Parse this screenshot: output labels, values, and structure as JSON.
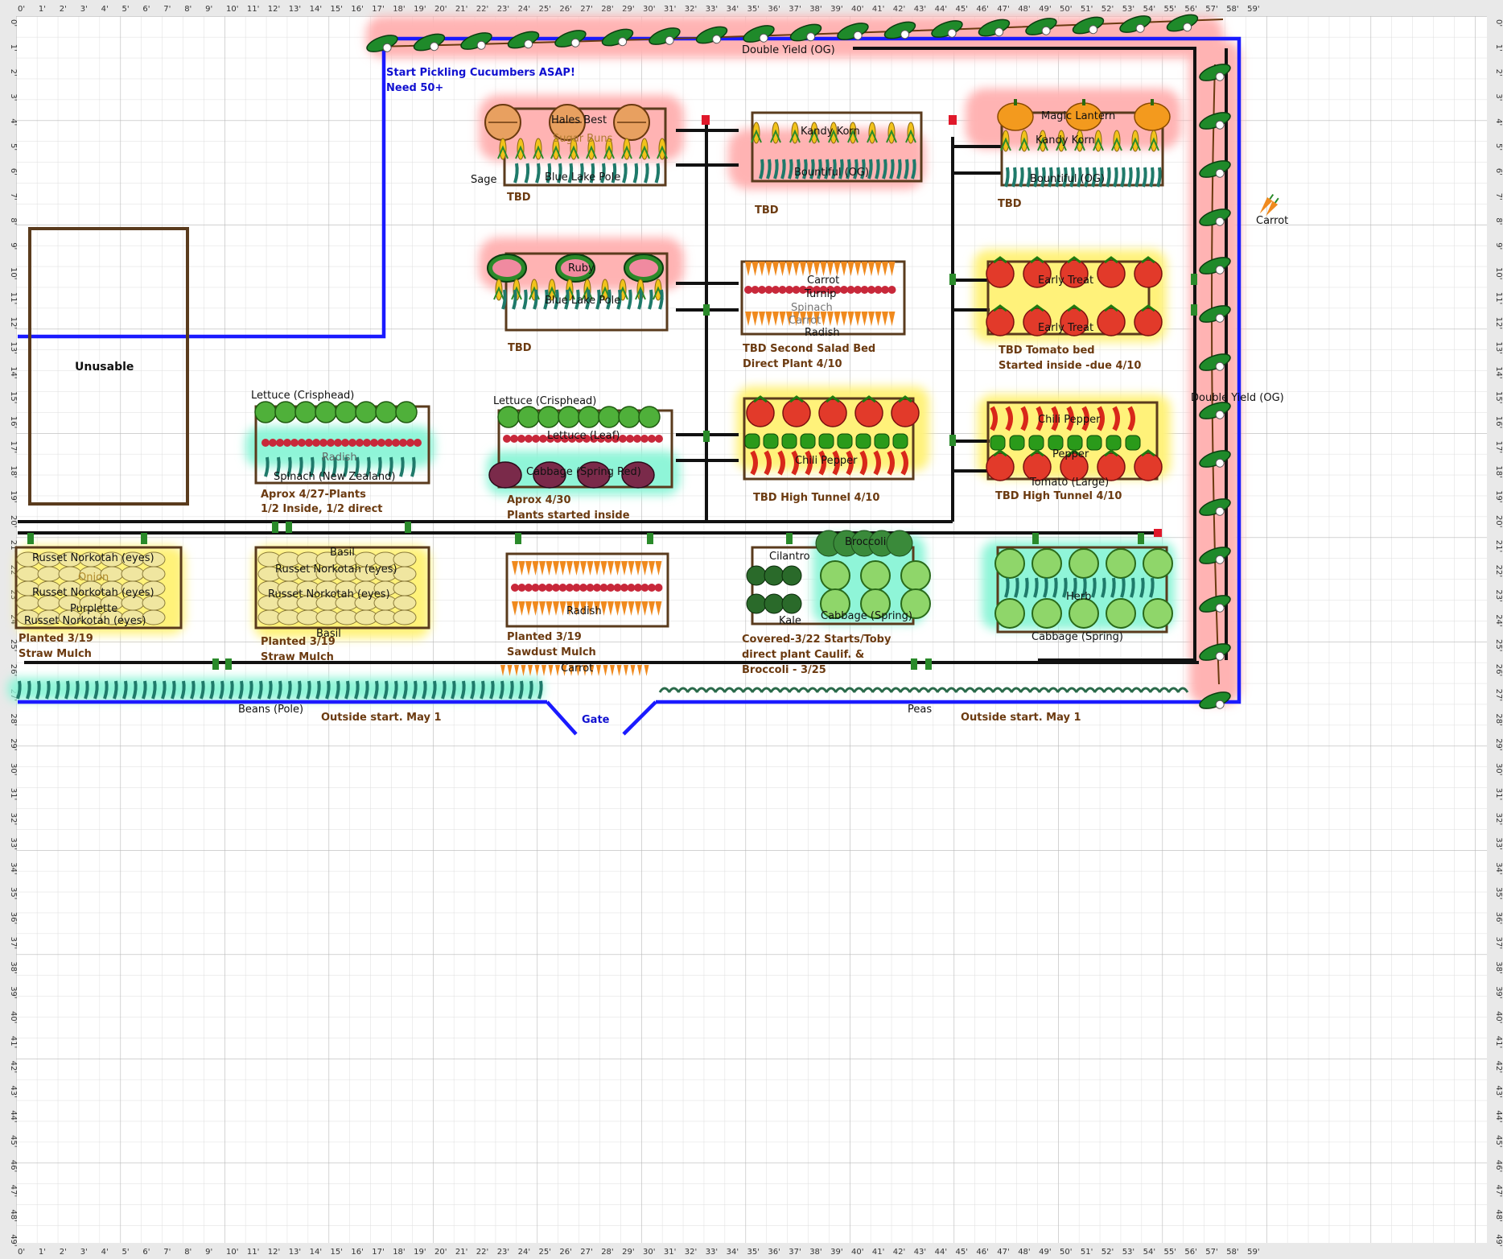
{
  "ruler": {
    "x": [
      "0'",
      "1'",
      "2'",
      "3'",
      "4'",
      "5'",
      "6'",
      "7'",
      "8'",
      "9'",
      "10'",
      "11'",
      "12'",
      "13'",
      "14'",
      "15'",
      "16'",
      "17'",
      "18'",
      "19'",
      "20'",
      "21'",
      "22'",
      "23'",
      "24'",
      "25'",
      "26'",
      "27'",
      "28'",
      "29'",
      "30'",
      "31'",
      "32'",
      "33'",
      "34'",
      "35'",
      "36'",
      "37'",
      "38'",
      "39'",
      "40'",
      "41'",
      "42'",
      "43'",
      "44'",
      "45'",
      "46'",
      "47'",
      "48'",
      "49'",
      "50'",
      "51'",
      "52'",
      "53'",
      "54'",
      "55'",
      "56'",
      "57'",
      "58'",
      "59'"
    ],
    "y": [
      "0'",
      "1'",
      "2'",
      "3'",
      "4'",
      "5'",
      "6'",
      "7'",
      "8'",
      "9'",
      "10'",
      "11'",
      "12'",
      "13'",
      "14'",
      "15'",
      "16'",
      "17'",
      "18'",
      "19'",
      "20'",
      "21'",
      "22'",
      "23'",
      "24'",
      "25'",
      "26'",
      "27'",
      "28'",
      "29'",
      "30'",
      "31'",
      "32'",
      "33'",
      "34'",
      "35'",
      "36'",
      "37'",
      "38'",
      "39'",
      "40'",
      "41'",
      "42'",
      "43'",
      "44'",
      "45'",
      "46'",
      "47'",
      "48'",
      "49'"
    ]
  },
  "colors": {
    "background": "#ffffff",
    "grid_minor": "#dddddd",
    "grid_major": "#b8b8b8",
    "fence": "#1a1aff",
    "bed_border": "#5a3b1d",
    "irrigation": "#111111",
    "highlight_red": "#ffb3b3",
    "highlight_yellow": "#fff27a",
    "highlight_teal": "#8ff5d8",
    "note_text": "#6b3a10"
  },
  "labels": {
    "unusable": "Unusable",
    "start_pickling": "Start Pickling Cucumbers ASAP!",
    "need_50": "Need 50+",
    "double_yield_top": "Double Yield (OG)",
    "double_yield_right": "Double Yield (OG)",
    "carrot_right": "Carrot",
    "gate": "Gate",
    "beans_pole": "Beans (Pole)",
    "peas": "Peas",
    "outside_start_left": "Outside start. May 1",
    "outside_start_right": "Outside start. May 1"
  },
  "beds": {
    "b1": {
      "plants": [
        "Hales Best",
        "Sugar Buns",
        "Blue Lake Pole",
        "Sage"
      ],
      "notes": [
        "TBD"
      ]
    },
    "b2": {
      "plants": [
        "Kandy Korn",
        "Bountiful (OG)"
      ],
      "notes": [
        "TBD"
      ]
    },
    "b3": {
      "plants": [
        "Magic Lantern",
        "Kandy Korn",
        "Bountiful (OG)"
      ],
      "notes": [
        "TBD"
      ]
    },
    "b4": {
      "plants": [
        "Ruby",
        "Blue Lake Pole"
      ],
      "notes": [
        "TBD"
      ]
    },
    "b5": {
      "plants": [
        "Carrot",
        "Turnip",
        "Spinach",
        "Carrot",
        "Radish"
      ],
      "notes": [
        "TBD  Second Salad Bed",
        "Direct Plant 4/10"
      ]
    },
    "b6": {
      "plants": [
        "Early Treat",
        "Early Treat"
      ],
      "notes": [
        "TBD Tomato bed",
        "Started inside -due 4/10"
      ]
    },
    "b7": {
      "plants": [
        "Lettuce (Crisphead)",
        "Radish",
        "Spinach (New Zealand)"
      ],
      "notes": [
        "Aprox 4/27-Plants",
        "1/2 Inside, 1/2 direct"
      ]
    },
    "b8": {
      "plants": [
        "Lettuce (Crisphead)",
        "Lettuce (Leaf)",
        "Cabbage (Spring Red)"
      ],
      "notes": [
        "Aprox 4/30",
        "Plants started inside"
      ]
    },
    "b9": {
      "plants": [
        "Chili Pepper"
      ],
      "notes": [
        "TBD High Tunnel  4/10"
      ]
    },
    "b10": {
      "plants": [
        "Chili Pepper",
        "Pepper",
        "Tomato (Large)"
      ],
      "notes": [
        "TBD High Tunnel 4/10"
      ]
    },
    "b11": {
      "plants": [
        "Russet Norkotah (eyes)",
        "Onion",
        "Russet Norkotah (eyes)",
        "Purplette",
        "Russet Norkotah (eyes)"
      ],
      "notes": [
        "Planted 3/19",
        "Straw Mulch"
      ]
    },
    "b12": {
      "plants": [
        "Basil",
        "Russet Norkotah (eyes)",
        "Russet Norkotah (eyes)",
        "Basil"
      ],
      "notes": [
        "Planted 3/19",
        "Straw Mulch"
      ]
    },
    "b13": {
      "plants": [
        "Radish",
        "Carrot"
      ],
      "notes": [
        "Planted 3/19",
        "Sawdust Mulch"
      ]
    },
    "b14": {
      "plants": [
        "Cilantro",
        "Broccoli",
        "Kale",
        "Cabbage (Spring)"
      ],
      "notes": [
        "Covered-3/22 Starts/Toby",
        "direct plant Caulif. &",
        "Broccoli - 3/25"
      ]
    },
    "b15": {
      "plants": [
        "Herb",
        "Cabbage (Spring)"
      ],
      "notes": []
    }
  }
}
